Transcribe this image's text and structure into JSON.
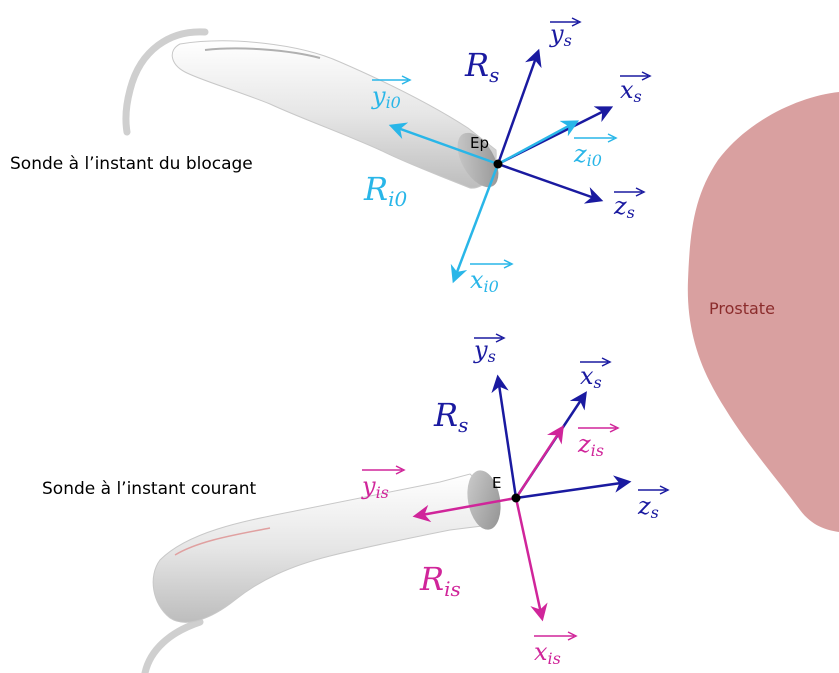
{
  "labels": {
    "probe_block": "Sonde à l’instant du blocage",
    "probe_current": "Sonde à l’instant courant",
    "prostate": "Prostate",
    "point_ep": "Ep",
    "point_e": "E"
  },
  "frames": {
    "rs_top": {
      "script": "R",
      "sub": "s"
    },
    "ri0": {
      "script": "R",
      "sub": "i0"
    },
    "rs_bottom": {
      "script": "R",
      "sub": "s"
    },
    "ris": {
      "script": "R",
      "sub": "is"
    }
  },
  "vectors": {
    "ys_top": {
      "base": "y",
      "sub": "s"
    },
    "xs_top": {
      "base": "x",
      "sub": "s"
    },
    "zs_top": {
      "base": "z",
      "sub": "s"
    },
    "yi0": {
      "base": "y",
      "sub": "i0"
    },
    "zi0": {
      "base": "z",
      "sub": "i0"
    },
    "xi0": {
      "base": "x",
      "sub": "i0"
    },
    "ys_bottom": {
      "base": "y",
      "sub": "s"
    },
    "xs_bottom": {
      "base": "x",
      "sub": "s"
    },
    "zs_bottom": {
      "base": "z",
      "sub": "s"
    },
    "zis": {
      "base": "z",
      "sub": "is"
    },
    "yis": {
      "base": "y",
      "sub": "is"
    },
    "xis": {
      "base": "x",
      "sub": "is"
    }
  },
  "colors": {
    "probe_frame": "#1a1aa0",
    "initial_frame": "#29b6e8",
    "current_frame": "#d0259a",
    "prostate": "#d9a0a0",
    "prostate_text": "#8b2c2c",
    "probe_body": "#e8e8e8"
  }
}
